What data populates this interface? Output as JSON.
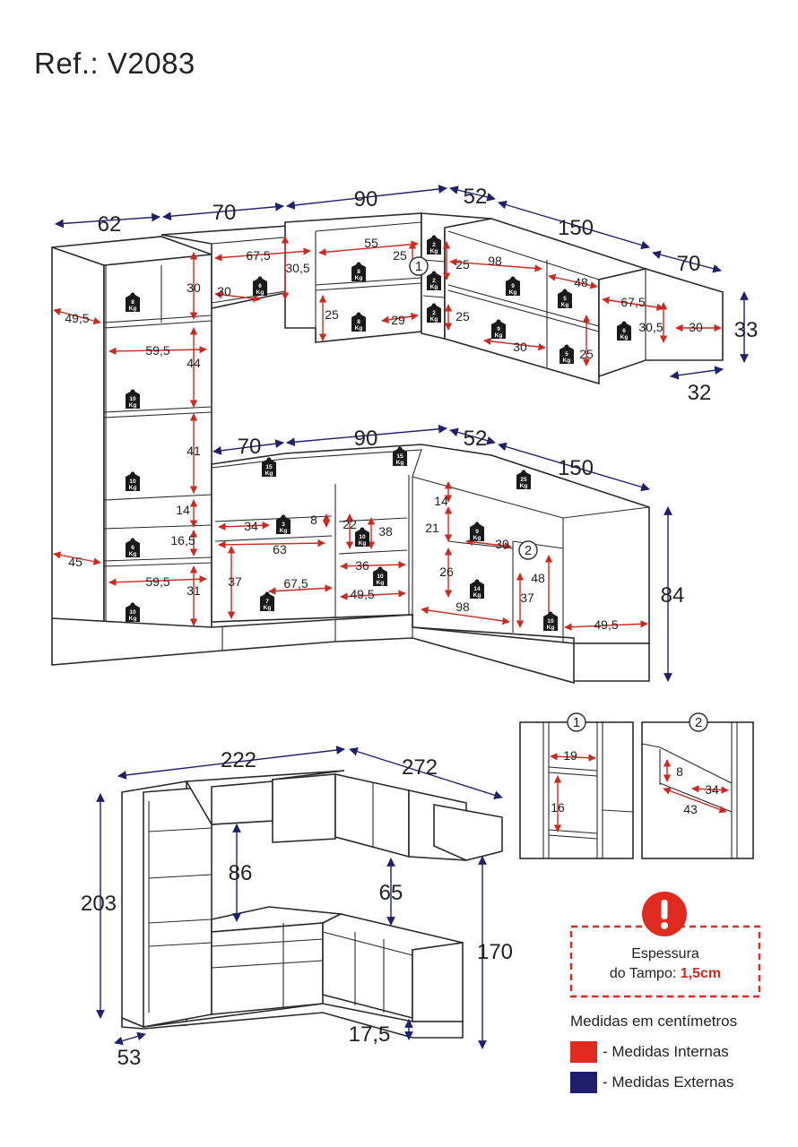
{
  "title": "Ref.: V2083",
  "colors": {
    "external": "#1f1f6e",
    "internal": "#cc2a1e",
    "outline": "#2b2b2b",
    "weight_badge": "#1a1a1a",
    "warning": "#e02a1f"
  },
  "weight_unit": "Kg",
  "top_view": {
    "upper_external": [
      "62",
      "70",
      "90",
      "52",
      "150",
      "70",
      "33",
      "32"
    ],
    "lower_external": [
      "70",
      "90",
      "52",
      "150",
      "84"
    ],
    "internal": [
      "49,5",
      "30",
      "67,5",
      "30,5",
      "30",
      "55",
      "25",
      "25",
      "29",
      "25",
      "98",
      "25",
      "48",
      "67,5",
      "30,5",
      "30",
      "30",
      "25",
      "59,5",
      "44",
      "41",
      "14",
      "16,5",
      "45",
      "59,5",
      "31",
      "34",
      "8",
      "63",
      "37",
      "67,5",
      "22",
      "38",
      "36",
      "49,5",
      "14",
      "21",
      "30",
      "26",
      "48",
      "37",
      "98",
      "49,5"
    ],
    "weights": [
      "8",
      "10",
      "10",
      "6",
      "10",
      "6",
      "8",
      "8",
      "2",
      "2",
      "2",
      "9",
      "9",
      "5",
      "5",
      "6",
      "15",
      "15",
      "25",
      "3",
      "10",
      "10",
      "7",
      "9",
      "14",
      "10"
    ],
    "callouts": [
      "1",
      "2"
    ]
  },
  "bottom_view": {
    "dimensions": [
      "222",
      "272",
      "203",
      "86",
      "65",
      "170",
      "17,5",
      "53"
    ]
  },
  "details": [
    {
      "callout": "1",
      "measures": [
        "19",
        "16"
      ]
    },
    {
      "callout": "2",
      "measures": [
        "8",
        "34",
        "43"
      ]
    }
  ],
  "notice": {
    "icon": "exclamation-icon",
    "line1": "Espessura",
    "line2_prefix": "do Tampo:",
    "line2_value": "1,5cm"
  },
  "legend": {
    "heading": "Medidas em centímetros",
    "internal_label": "- Medidas Internas",
    "external_label": "- Medidas Externas"
  }
}
